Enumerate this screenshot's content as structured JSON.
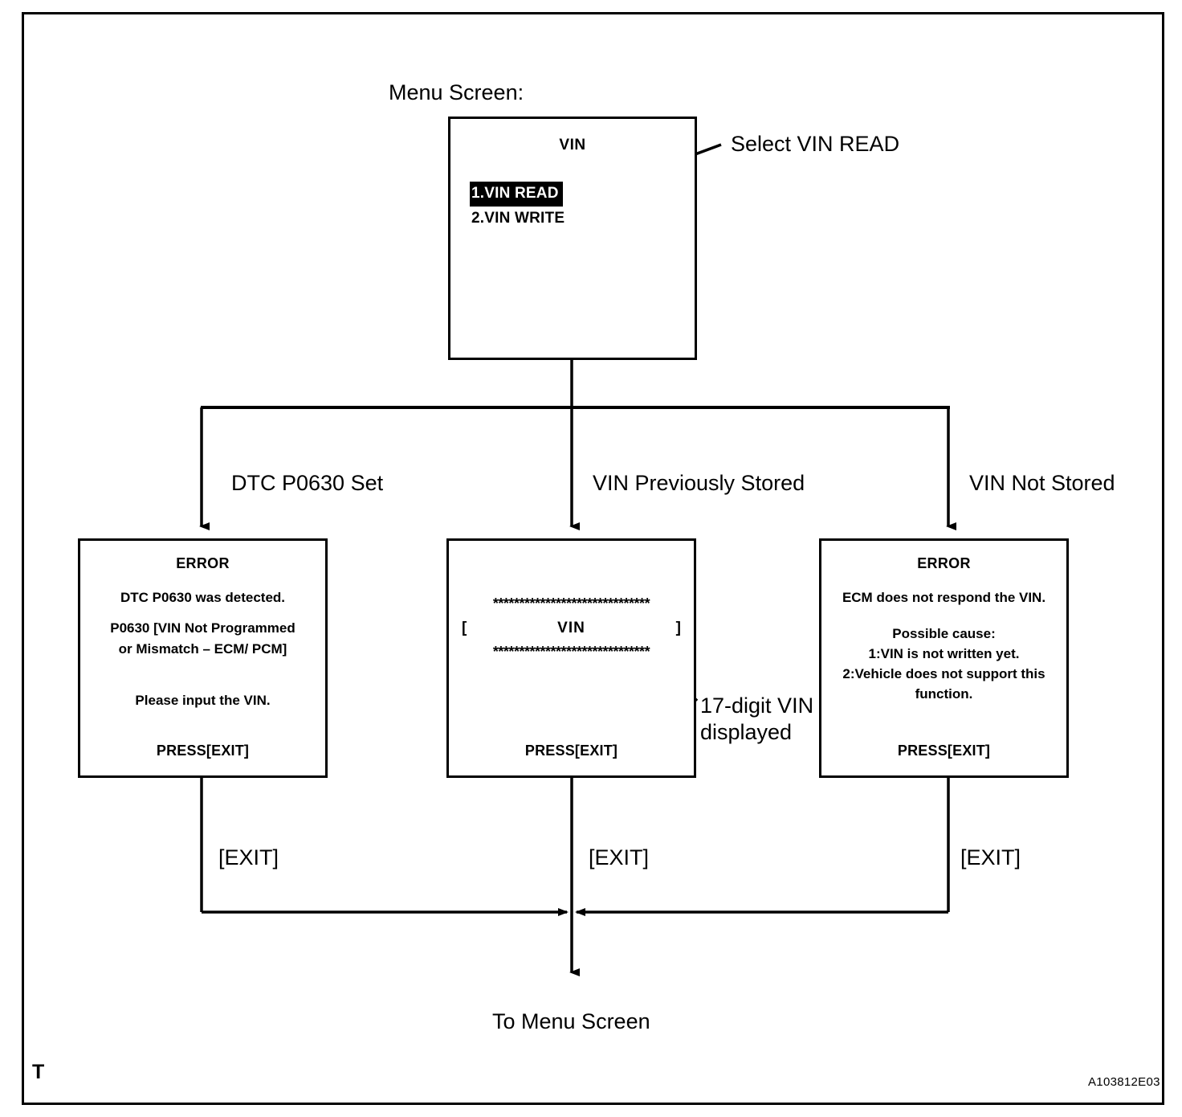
{
  "figure": {
    "code": "A103812E03",
    "corner_marker": "T",
    "menu_screen_label": "Menu Screen:",
    "to_menu_label": "To Menu Screen"
  },
  "menu_screen": {
    "title": "VIN",
    "items": [
      {
        "label": "1.VIN READ",
        "selected": true
      },
      {
        "label": "2.VIN WRITE",
        "selected": false
      }
    ],
    "callout": "Select VIN READ"
  },
  "branches": [
    {
      "label": "DTC P0630 Set"
    },
    {
      "label": "VIN Previously Stored"
    },
    {
      "label": "VIN Not Stored"
    }
  ],
  "screens": {
    "error_dtc": {
      "title": "ERROR",
      "lines": [
        "DTC P0630 was detected.",
        "P0630  [VIN Not Programmed",
        "or Mismatch – ECM/ PCM]",
        "Please input the VIN."
      ],
      "press": "PRESS[EXIT]"
    },
    "vin_display": {
      "stars_top": "******************************",
      "bracket_left": "[",
      "field_label": "VIN",
      "bracket_right": "]",
      "stars_bottom": "******************************",
      "press": "PRESS[EXIT]",
      "callout_line1": "17-digit VIN",
      "callout_line2": "displayed"
    },
    "error_no_response": {
      "title": "ERROR",
      "lines": [
        "ECM does not respond the VIN.",
        "Possible cause:",
        "1:VIN is not written yet.",
        "2:Vehicle does not support this",
        "function."
      ],
      "press": "PRESS[EXIT]"
    }
  },
  "exit_labels": [
    "[EXIT]",
    "[EXIT]",
    "[EXIT]"
  ],
  "colors": {
    "line": "#000000",
    "background": "#ffffff",
    "highlight_bg": "#000000",
    "highlight_fg": "#ffffff"
  }
}
